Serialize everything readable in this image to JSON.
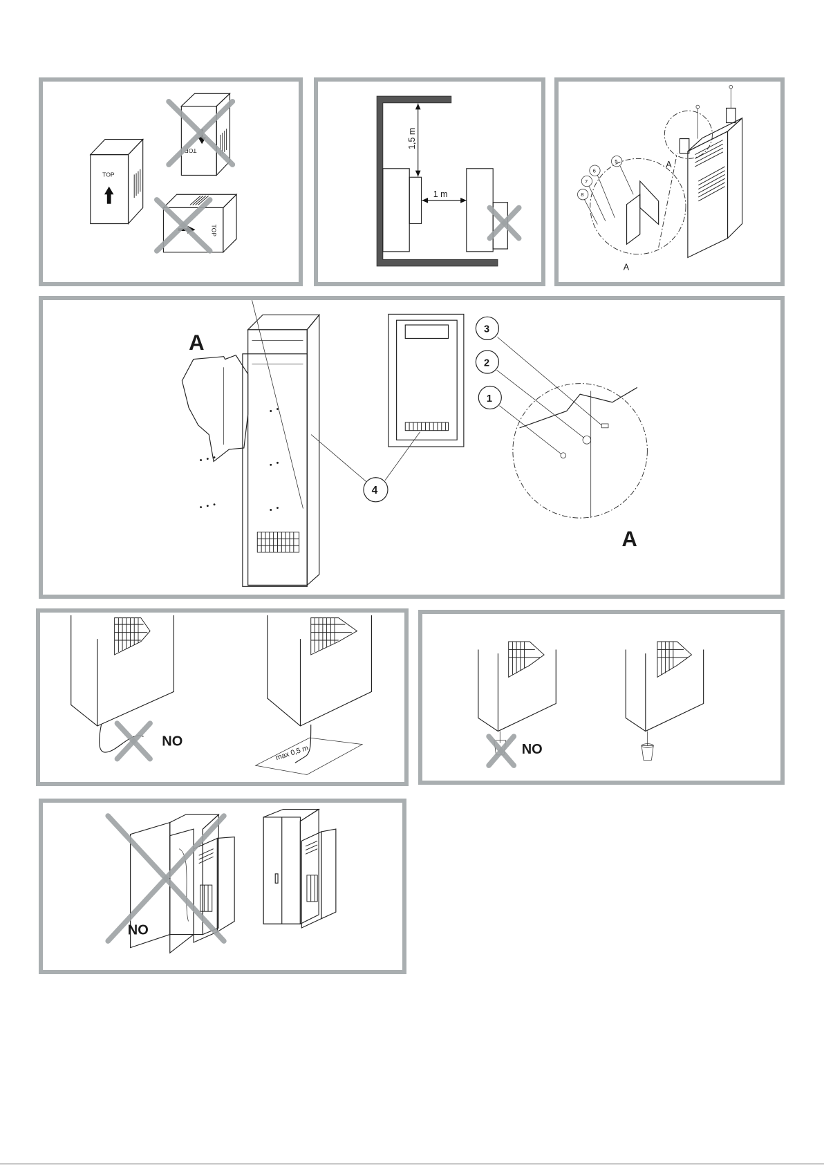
{
  "panel_1": {
    "top_label_1": "TOP",
    "top_label_2": "TOP",
    "top_label_3": "TOP"
  },
  "panel_2": {
    "vertical_clearance": "1,5 m",
    "horizontal_clearance": "1 m"
  },
  "panel_3": {
    "callouts": [
      "5",
      "6",
      "7",
      "8"
    ],
    "section_label_1": "A",
    "section_label_2": "A"
  },
  "panel_4": {
    "section_label_left": "A",
    "section_label_right": "A",
    "callouts": [
      "1",
      "2",
      "3",
      "4"
    ]
  },
  "panel_5": {
    "no_label": "NO",
    "max_distance": "max 0,5 m"
  },
  "panel_6": {
    "no_label": "NO"
  },
  "panel_7": {
    "no_label": "NO"
  },
  "colors": {
    "frame": "#a9aeb0",
    "cross": "#9ea3a5",
    "ink": "#1a1a1a"
  }
}
